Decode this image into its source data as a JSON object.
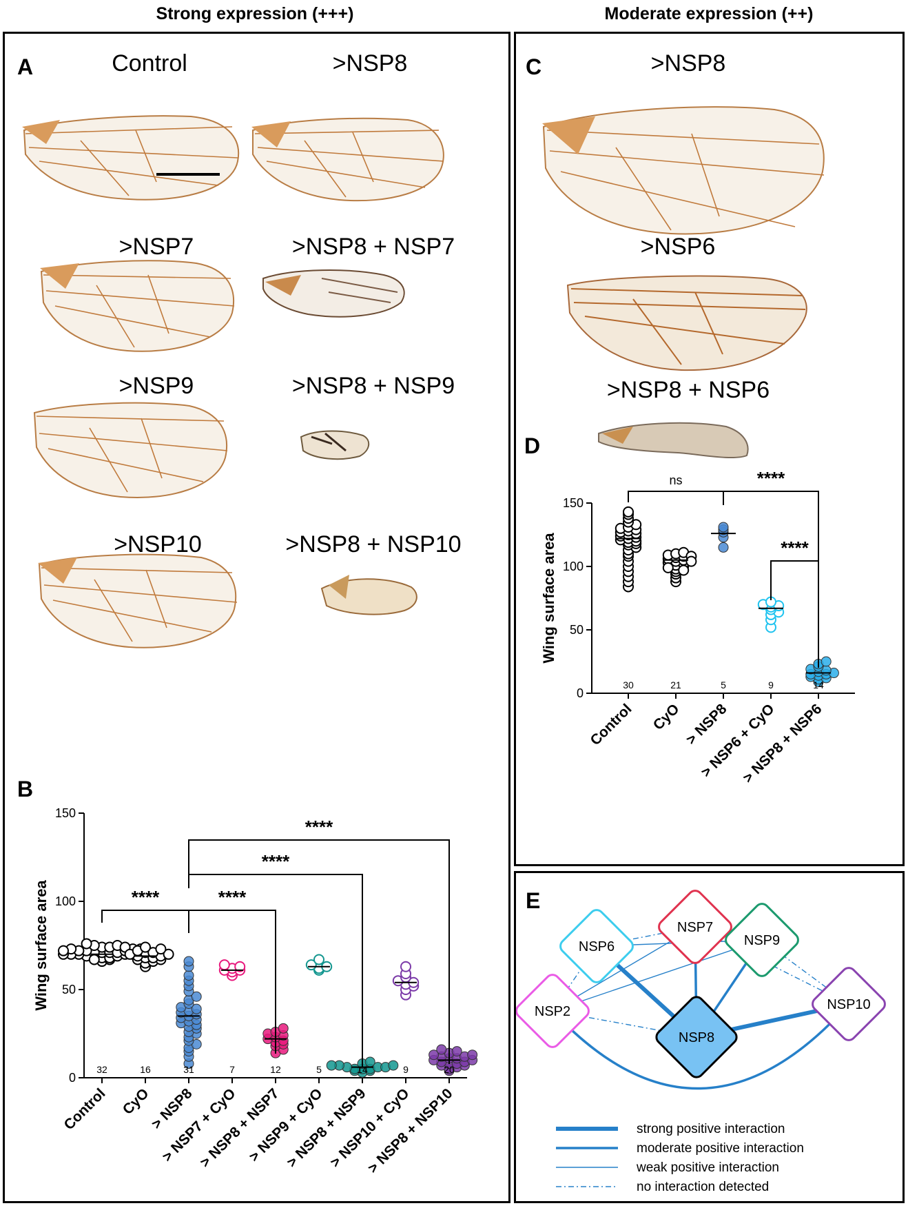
{
  "headers": {
    "left": "Strong expression (+++)",
    "right": "Moderate expression (++)"
  },
  "panels": {
    "a": "A",
    "b": "B",
    "c": "C",
    "d": "D",
    "e": "E"
  },
  "panel_a": {
    "labels": [
      "Control",
      ">NSP8",
      ">NSP7",
      ">NSP8 + NSP7",
      ">NSP9",
      ">NSP8 + NSP9",
      ">NSP10",
      ">NSP8 + NSP10"
    ]
  },
  "panel_c": {
    "labels": [
      ">NSP8",
      ">NSP6",
      ">NSP8 + NSP6"
    ]
  },
  "colors": {
    "control": "#000000",
    "cyo": "#000000",
    "nsp8": "#4a8ad4",
    "nsp7": "#e8197d",
    "nsp9": "#13968f",
    "nsp10": "#7b3aa8",
    "nsp6_cyo": "#1fc3ef",
    "nsp8_nsp6": "#2aaeea",
    "edge": "#2680c9",
    "node_nsp8_fill": "#78c2f3",
    "node_nsp6": "#3ecdee",
    "node_nsp7": "#e0334f",
    "node_nsp9": "#1c9a6e",
    "node_nsp10": "#8a44b0",
    "node_nsp2": "#ea5ce6"
  },
  "chart_data": [
    {
      "panel": "B",
      "type": "scatter",
      "ylabel": "Wing surface area",
      "ylim": [
        0,
        150
      ],
      "yticks": [
        0,
        50,
        100,
        150
      ],
      "categories": [
        "Control",
        "CyO",
        "> NSP8",
        "> NSP7 + CyO",
        "> NSP8 + NSP7",
        "> NSP9 + CyO",
        "> NSP8 + NSP9",
        "> NSP10 + CyO",
        "> NSP8 + NSP10"
      ],
      "n": [
        "32",
        "16",
        "31",
        "7",
        "12",
        "5",
        "14",
        "9",
        "20"
      ],
      "means": [
        70,
        69,
        35,
        61,
        22,
        63,
        6,
        54,
        10
      ],
      "series": [
        {
          "values": [
            66,
            67,
            68,
            68,
            69,
            69,
            69,
            70,
            70,
            70,
            70,
            71,
            71,
            71,
            71,
            72,
            72,
            72,
            73,
            73,
            73,
            74,
            74,
            75,
            75,
            76,
            68,
            67,
            70,
            72,
            74,
            69
          ],
          "marker": "open",
          "color": "#000000"
        },
        {
          "values": [
            63,
            65,
            66,
            67,
            67,
            68,
            68,
            69,
            69,
            70,
            70,
            71,
            71,
            72,
            73,
            74
          ],
          "marker": "open",
          "color": "#000000"
        },
        {
          "values": [
            8,
            12,
            15,
            17,
            19,
            21,
            23,
            25,
            26,
            28,
            29,
            30,
            31,
            32,
            33,
            34,
            35,
            36,
            37,
            38,
            39,
            40,
            42,
            44,
            46,
            49,
            52,
            55,
            58,
            63,
            66
          ],
          "marker": "filled",
          "color": "#4a8ad4"
        },
        {
          "values": [
            58,
            60,
            61,
            61,
            62,
            63,
            64
          ],
          "marker": "open",
          "color": "#e8197d"
        },
        {
          "values": [
            14,
            16,
            18,
            19,
            20,
            21,
            22,
            23,
            24,
            25,
            26,
            28
          ],
          "marker": "filled",
          "color": "#e8197d"
        },
        {
          "values": [
            61,
            62,
            63,
            64,
            67
          ],
          "marker": "open",
          "color": "#13968f"
        },
        {
          "values": [
            3,
            4,
            4,
            5,
            5,
            5,
            6,
            6,
            6,
            7,
            7,
            7,
            8,
            9
          ],
          "marker": "filled",
          "color": "#13968f"
        },
        {
          "values": [
            47,
            50,
            52,
            53,
            54,
            55,
            57,
            59,
            63
          ],
          "marker": "open",
          "color": "#7b3aa8"
        },
        {
          "values": [
            4,
            5,
            6,
            7,
            7,
            8,
            8,
            9,
            9,
            10,
            10,
            11,
            11,
            12,
            12,
            13,
            13,
            14,
            15,
            16
          ],
          "marker": "filled",
          "color": "#7b3aa8"
        }
      ],
      "comparisons": [
        {
          "from": "Control",
          "to": "> NSP8",
          "label": "****"
        },
        {
          "from": "> NSP8",
          "to": "> NSP8 + NSP7",
          "label": "****"
        },
        {
          "from": "> NSP8",
          "to": "> NSP8 + NSP9",
          "label": "****"
        },
        {
          "from": "> NSP8",
          "to": "> NSP8 + NSP10",
          "label": "****"
        }
      ]
    },
    {
      "panel": "D",
      "type": "scatter",
      "ylabel": "Wing surface area",
      "ylim": [
        0,
        150
      ],
      "yticks": [
        0,
        50,
        100,
        150
      ],
      "categories": [
        "Control",
        "CyO",
        "> NSP8",
        "> NSP6 + CyO",
        "> NSP8 + NSP6"
      ],
      "n": [
        "30",
        "21",
        "5",
        "9",
        "14"
      ],
      "means": [
        122,
        105,
        126,
        67,
        16
      ],
      "series": [
        {
          "values": [
            84,
            88,
            92,
            96,
            100,
            104,
            108,
            110,
            113,
            115,
            117,
            118,
            119,
            120,
            121,
            122,
            123,
            124,
            125,
            126,
            127,
            128,
            129,
            130,
            131,
            133,
            135,
            138,
            141,
            143
          ],
          "marker": "open",
          "color": "#000000"
        },
        {
          "values": [
            88,
            91,
            94,
            96,
            98,
            100,
            101,
            102,
            103,
            104,
            105,
            106,
            107,
            108,
            109,
            110,
            111,
            108,
            104,
            97,
            99
          ],
          "marker": "open",
          "color": "#000000"
        },
        {
          "values": [
            115,
            123,
            127,
            129,
            131
          ],
          "marker": "filled",
          "color": "#4a8ad4"
        },
        {
          "values": [
            52,
            58,
            62,
            64,
            66,
            68,
            69,
            70,
            72
          ],
          "marker": "open",
          "color": "#1fc3ef"
        },
        {
          "values": [
            9,
            11,
            12,
            13,
            14,
            15,
            15,
            16,
            17,
            18,
            19,
            21,
            23,
            25
          ],
          "marker": "filled",
          "color": "#2aaeea"
        }
      ],
      "comparisons": [
        {
          "from": "Control",
          "to": "> NSP8",
          "label": "ns"
        },
        {
          "from": "> NSP8",
          "to": "> NSP8 + NSP6",
          "label": "****"
        },
        {
          "from": "> NSP6 + CyO",
          "to": "> NSP8 + NSP6",
          "label": "****"
        }
      ]
    }
  ],
  "network": {
    "nodes": [
      "NSP6",
      "NSP7",
      "NSP9",
      "NSP10",
      "NSP2",
      "NSP8"
    ],
    "edges": [
      {
        "a": "NSP6",
        "b": "NSP8",
        "strength": "strong"
      },
      {
        "a": "NSP10",
        "b": "NSP8",
        "strength": "strong"
      },
      {
        "a": "NSP7",
        "b": "NSP8",
        "strength": "moderate"
      },
      {
        "a": "NSP9",
        "b": "NSP8",
        "strength": "moderate"
      },
      {
        "a": "NSP2",
        "b": "NSP10",
        "strength": "moderate"
      },
      {
        "a": "NSP6",
        "b": "NSP9",
        "strength": "weak"
      },
      {
        "a": "NSP2",
        "b": "NSP7",
        "strength": "weak"
      },
      {
        "a": "NSP2",
        "b": "NSP9",
        "strength": "weak"
      },
      {
        "a": "NSP2",
        "b": "NSP6",
        "strength": "none"
      },
      {
        "a": "NSP2",
        "b": "NSP8",
        "strength": "none"
      },
      {
        "a": "NSP6",
        "b": "NSP7",
        "strength": "none"
      },
      {
        "a": "NSP7",
        "b": "NSP9",
        "strength": "none"
      },
      {
        "a": "NSP7",
        "b": "NSP10",
        "strength": "none"
      },
      {
        "a": "NSP9",
        "b": "NSP10",
        "strength": "none"
      }
    ],
    "legend": [
      {
        "label": "strong positive interaction",
        "style": "strong"
      },
      {
        "label": "moderate positive interaction",
        "style": "moderate"
      },
      {
        "label": "weak positive interaction",
        "style": "weak"
      },
      {
        "label": "no interaction detected",
        "style": "none"
      }
    ]
  }
}
